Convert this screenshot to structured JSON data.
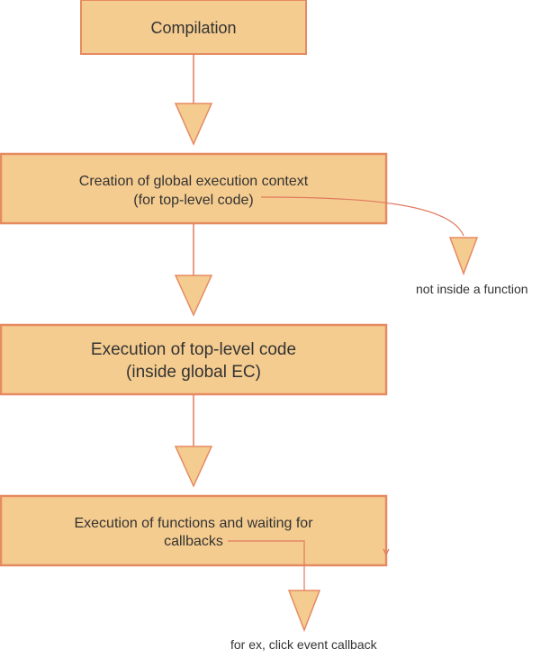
{
  "colors": {
    "box_fill": "#F5CC8F",
    "box_stroke": "#E68A62",
    "connector": "#E07A5F",
    "text": "#333333"
  },
  "nodes": {
    "compilation": {
      "label": "Compilation"
    },
    "global_context": {
      "line1": "Creation of global execution context",
      "line2": "(for top-level code)"
    },
    "top_level": {
      "line1": "Execution of top-level code",
      "line2": "(inside global EC)"
    },
    "functions": {
      "line1": "Execution of functions and waiting for",
      "line2": "callbacks"
    }
  },
  "notes": {
    "not_inside_function": "not inside a function",
    "click_event": "for ex, click event callback"
  }
}
